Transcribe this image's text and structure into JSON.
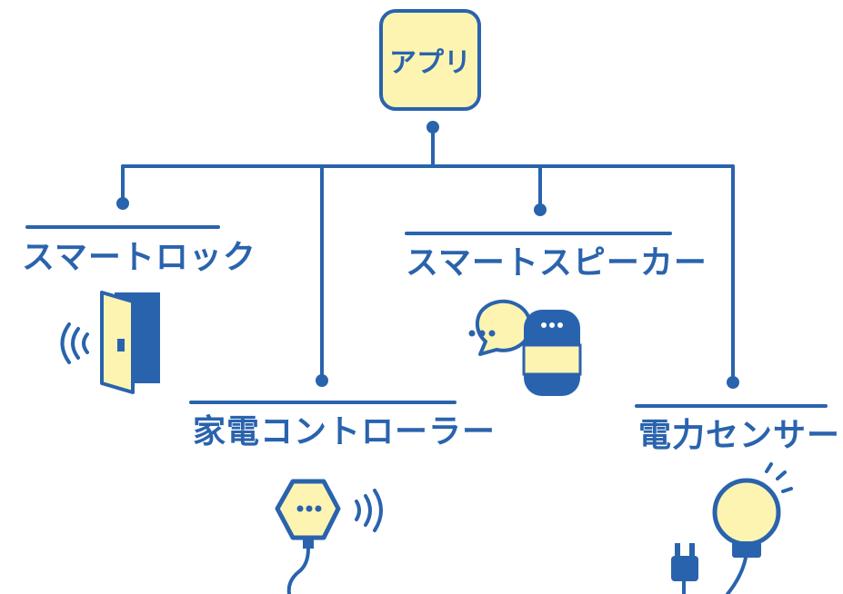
{
  "diagram": {
    "root": {
      "label": "アプリ"
    },
    "devices": [
      {
        "id": "smart-lock",
        "label": "スマートロック",
        "icon": "door-signal-icon"
      },
      {
        "id": "smart-speaker",
        "label": "スマートスピーカー",
        "icon": "smart-speaker-icon"
      },
      {
        "id": "appliance-controller",
        "label": "家電コントローラー",
        "icon": "hex-controller-icon"
      },
      {
        "id": "power-sensor",
        "label": "電力センサー",
        "icon": "bulb-plug-icon"
      }
    ],
    "colors": {
      "line": "#2a63ad",
      "fill": "#fdf4b2",
      "dark": "#2a63ad",
      "background": "#ffffff"
    }
  }
}
